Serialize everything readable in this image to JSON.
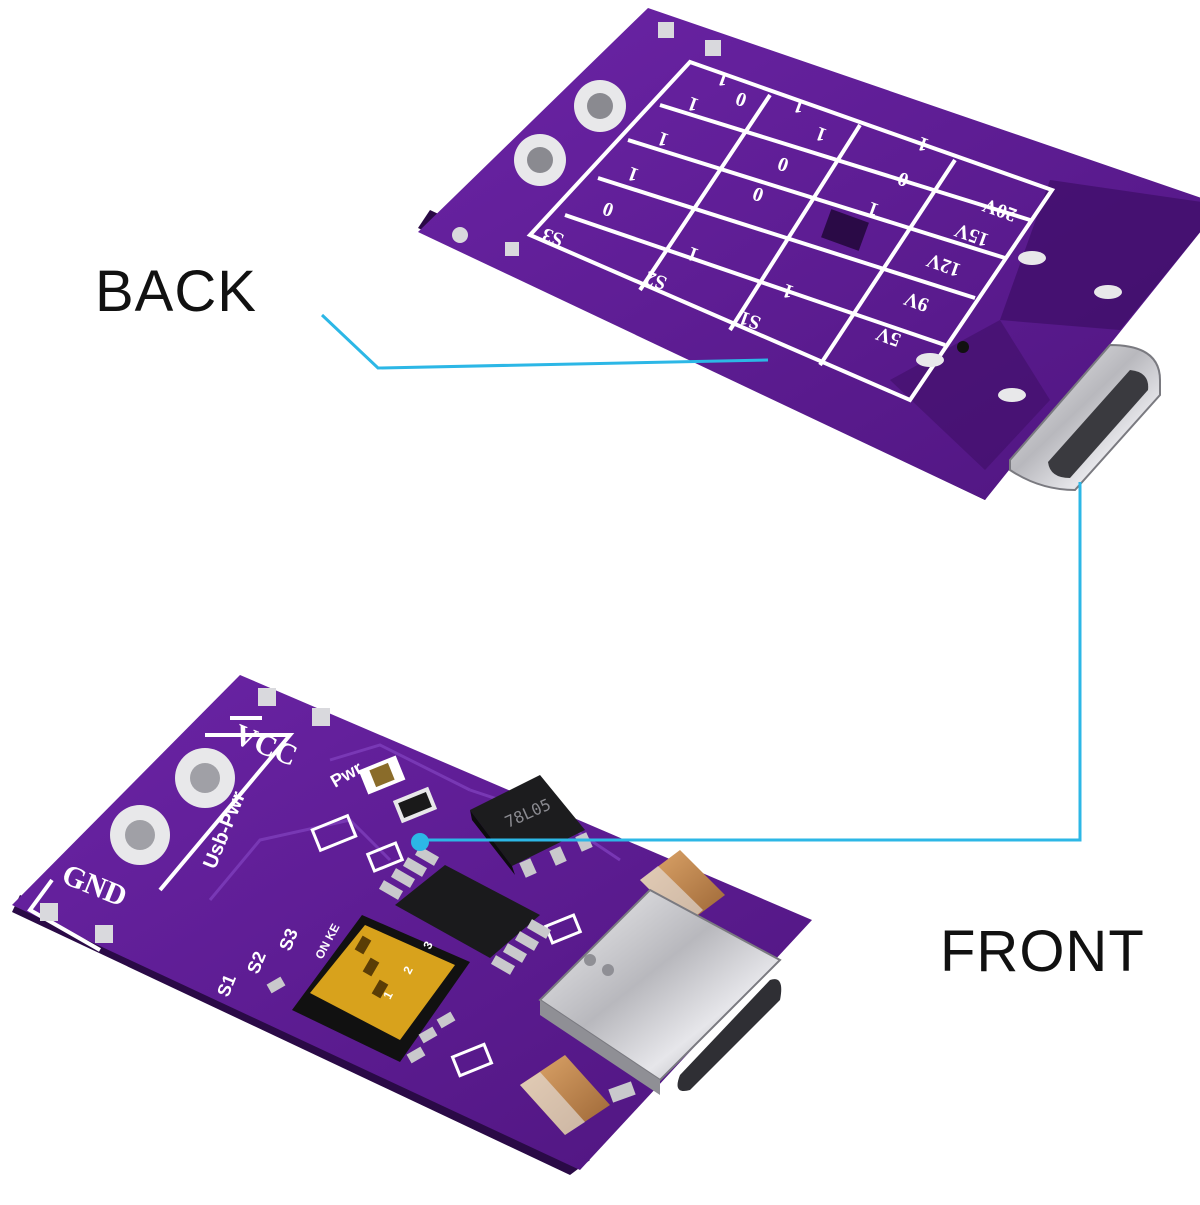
{
  "labels": {
    "back": "BACK",
    "front": "FRONT"
  },
  "back_board": {
    "table_headers": [
      "S3",
      "S2",
      "S1"
    ],
    "voltage_rows": [
      "5V",
      "9V",
      "12V",
      "15V",
      "20V"
    ],
    "cell_values": [
      [
        "0",
        "1",
        "1"
      ],
      [
        "1",
        "0",
        "1"
      ],
      [
        "1",
        "0",
        "0"
      ],
      [
        "1",
        "1",
        "0"
      ],
      [
        "1",
        "1",
        "1"
      ]
    ]
  },
  "front_board": {
    "vcc": "VCC",
    "gnd": "GND",
    "usb_pwr": "Usb-Pwr",
    "pwr": "Pwr",
    "regulator": "78L05",
    "switch_labels": [
      "S1",
      "S2",
      "S3"
    ],
    "dip_top": "ON KE",
    "dip_numbers": [
      "1",
      "2",
      "3"
    ]
  },
  "colors": {
    "pcb": "#5e1c95",
    "pcb_dark": "#3f0f68",
    "pcb_edge": "#2a0a46",
    "silkscreen": "#ffffff",
    "leader_line": "#2cb7e6",
    "metal": "#c9c9cc",
    "dip_switch": "#d8a21c"
  }
}
